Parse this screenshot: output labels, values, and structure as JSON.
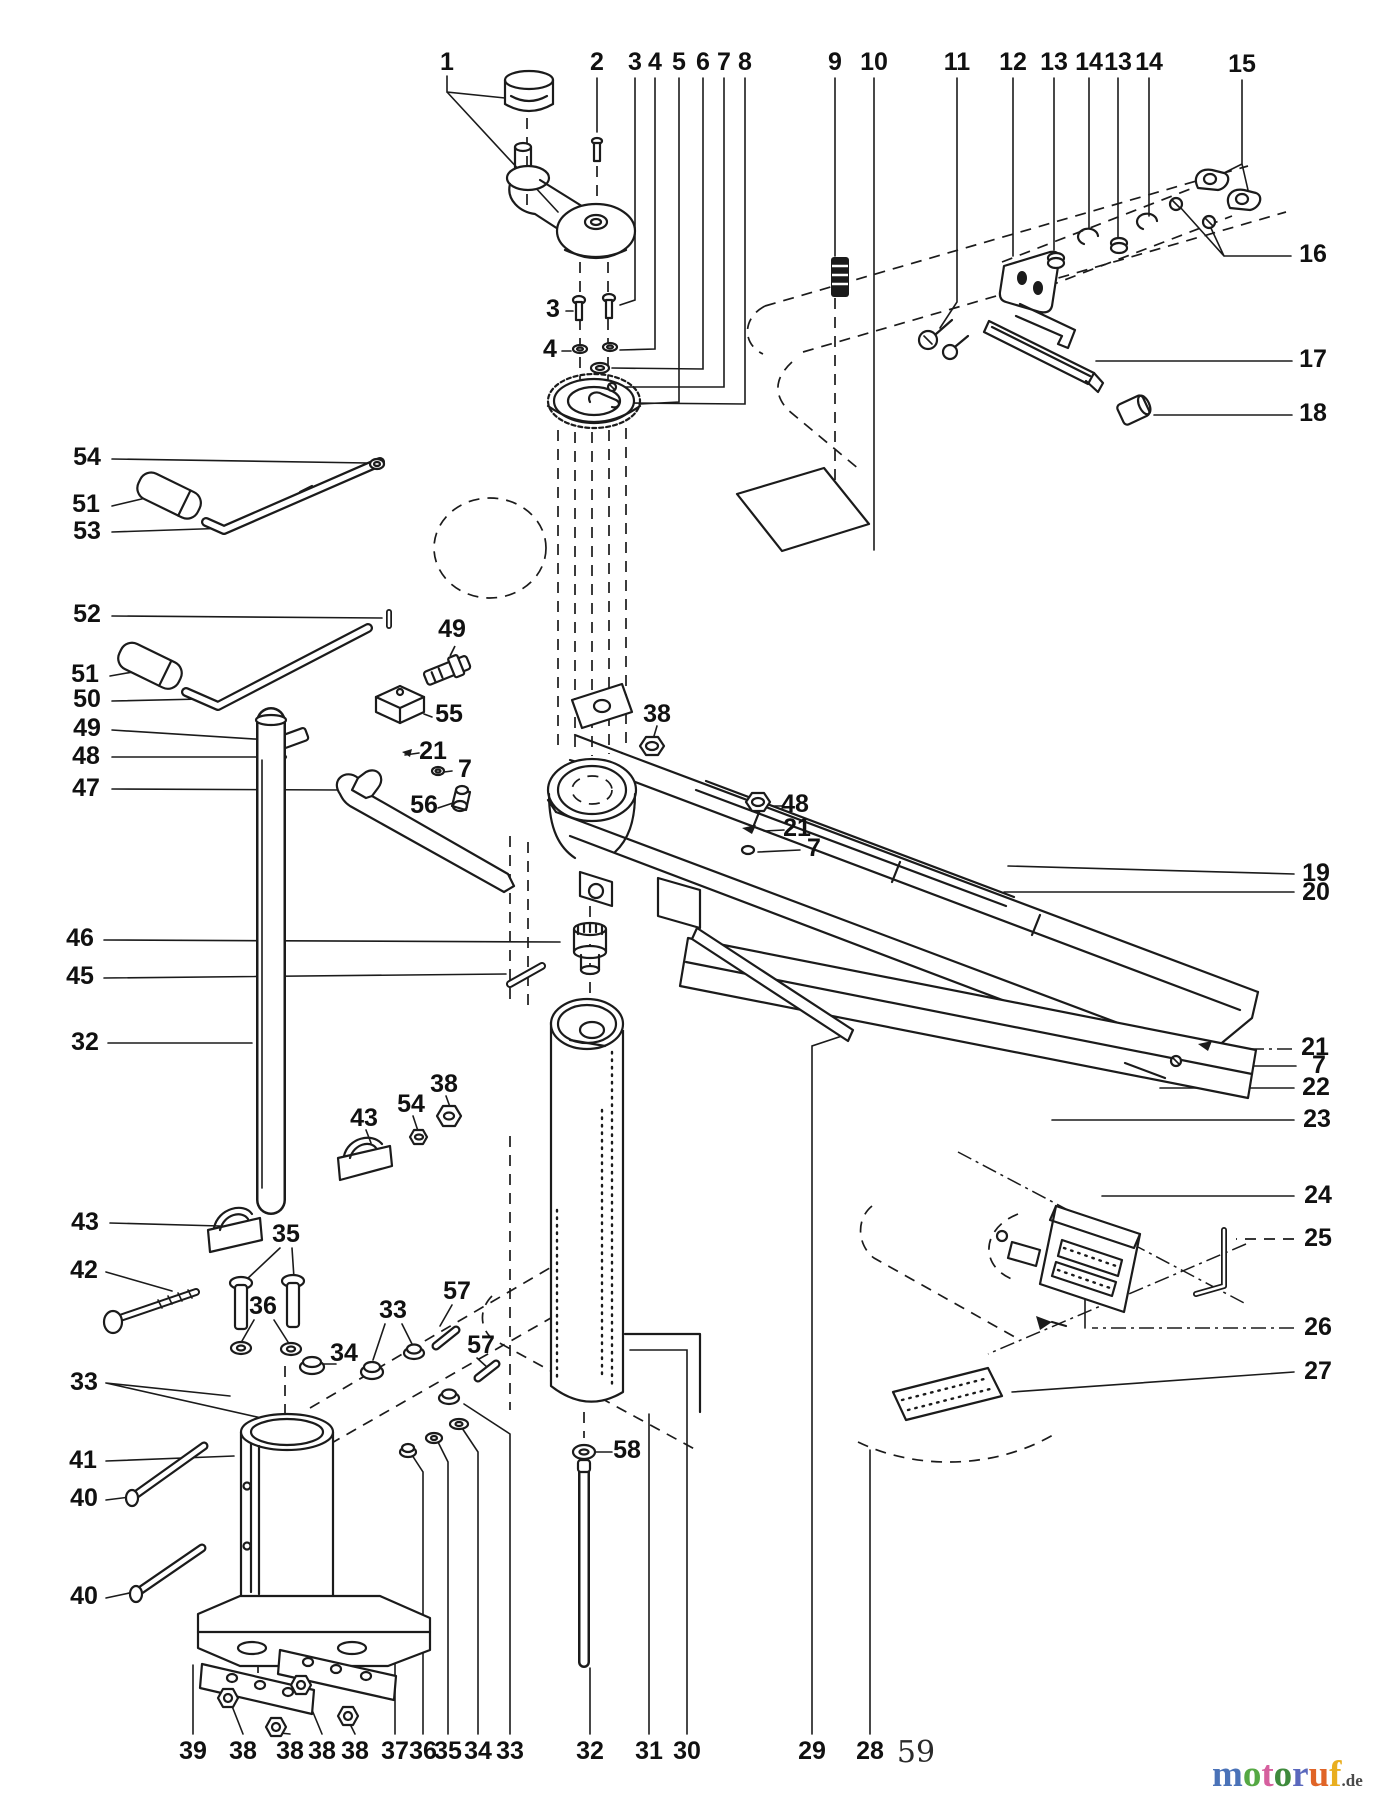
{
  "page": {
    "background": "#ffffff",
    "ink": "#1b1b1b"
  },
  "page_number": "59",
  "watermark": {
    "word": "motoruf",
    "suffix": ".de",
    "letters": [
      {
        "ch": "m",
        "color": "#4a72b8"
      },
      {
        "ch": "o",
        "color": "#55a843"
      },
      {
        "ch": "t",
        "color": "#d65f9e"
      },
      {
        "ch": "o",
        "color": "#3e8a3c"
      },
      {
        "ch": "r",
        "color": "#5a68bd"
      },
      {
        "ch": "u",
        "color": "#e06427"
      },
      {
        "ch": "f",
        "color": "#e9ae1f"
      }
    ]
  },
  "callouts": [
    {
      "label": "1"
    },
    {
      "label": "2"
    },
    {
      "label": "3"
    },
    {
      "label": "4"
    },
    {
      "label": "5"
    },
    {
      "label": "6"
    },
    {
      "label": "7"
    },
    {
      "label": "8"
    },
    {
      "label": "9"
    },
    {
      "label": "10"
    },
    {
      "label": "11"
    },
    {
      "label": "12"
    },
    {
      "label": "13"
    },
    {
      "label": "14"
    },
    {
      "label": "13"
    },
    {
      "label": "14"
    },
    {
      "label": "15"
    },
    {
      "label": "16"
    },
    {
      "label": "17"
    },
    {
      "label": "18"
    },
    {
      "label": "19"
    },
    {
      "label": "20"
    },
    {
      "label": "21"
    },
    {
      "label": "7"
    },
    {
      "label": "22"
    },
    {
      "label": "23"
    },
    {
      "label": "24"
    },
    {
      "label": "25"
    },
    {
      "label": "26"
    },
    {
      "label": "27"
    },
    {
      "label": "54"
    },
    {
      "label": "51"
    },
    {
      "label": "53"
    },
    {
      "label": "52"
    },
    {
      "label": "51"
    },
    {
      "label": "50"
    },
    {
      "label": "49"
    },
    {
      "label": "48"
    },
    {
      "label": "47"
    },
    {
      "label": "46"
    },
    {
      "label": "45"
    },
    {
      "label": "32"
    },
    {
      "label": "43"
    },
    {
      "label": "42"
    },
    {
      "label": "33"
    },
    {
      "label": "41"
    },
    {
      "label": "40"
    },
    {
      "label": "40"
    },
    {
      "label": "39"
    },
    {
      "label": "38"
    },
    {
      "label": "38"
    },
    {
      "label": "38"
    },
    {
      "label": "38"
    },
    {
      "label": "37"
    },
    {
      "label": "36"
    },
    {
      "label": "35"
    },
    {
      "label": "34"
    },
    {
      "label": "33"
    },
    {
      "label": "32"
    },
    {
      "label": "31"
    },
    {
      "label": "30"
    },
    {
      "label": "29"
    },
    {
      "label": "28"
    },
    {
      "label": "3"
    },
    {
      "label": "4"
    },
    {
      "label": "49"
    },
    {
      "label": "55"
    },
    {
      "label": "21"
    },
    {
      "label": "7"
    },
    {
      "label": "56"
    },
    {
      "label": "38"
    },
    {
      "label": "48"
    },
    {
      "label": "21"
    },
    {
      "label": "7"
    },
    {
      "label": "38"
    },
    {
      "label": "54"
    },
    {
      "label": "43"
    },
    {
      "label": "35"
    },
    {
      "label": "36"
    },
    {
      "label": "34"
    },
    {
      "label": "33"
    },
    {
      "label": "57"
    },
    {
      "label": "57"
    },
    {
      "label": "58"
    }
  ]
}
